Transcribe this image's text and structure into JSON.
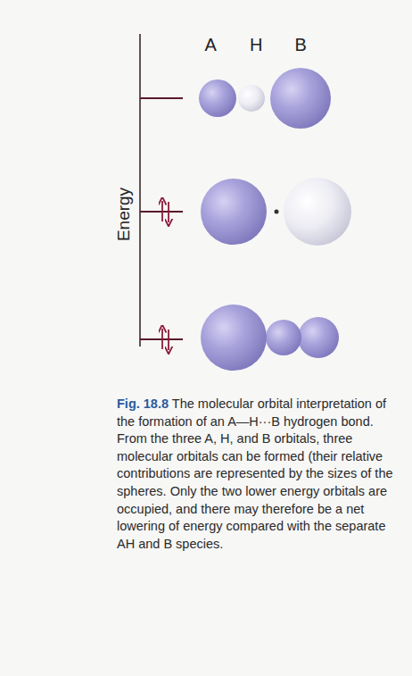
{
  "diagram": {
    "caption": "The molecular orbital interpretation of the formation of an A—H···B hydrogen bond. From the three A, H, and B orbitals, three molecular orbitals can be formed (their relative contributions are represented by the sizes of the spheres. Only the two lower energy orbitals are occupied, and there may therefore be a net lowering of energy compared with the separate AH and B species.",
    "labels": [
      "A",
      "H",
      "B",
      "Energy",
      "Fig. 18.8"
    ]
  }
}
